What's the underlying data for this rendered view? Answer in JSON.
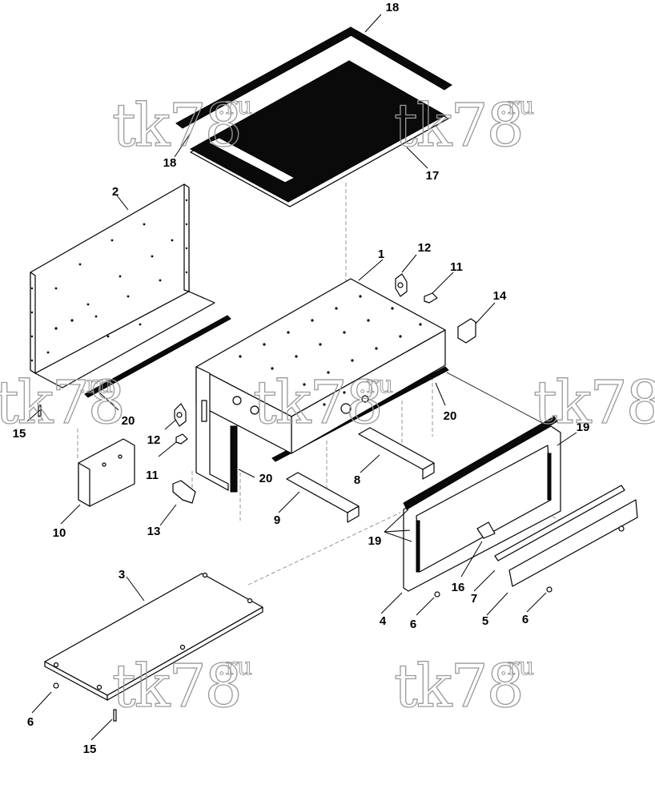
{
  "watermarks": [
    {
      "main": "tk78",
      "sup": ".ru"
    },
    {
      "main": "tk78",
      "sup": ".ru"
    },
    {
      "main": "tk78",
      "sup": ".ru"
    },
    {
      "main": "tk78",
      "sup": ".ru"
    },
    {
      "main": "tk78",
      "sup": ".ru"
    },
    {
      "main": "tk78",
      "sup": ".ru"
    },
    {
      "main": "tk78",
      "sup": ".ru"
    }
  ],
  "callouts": [
    {
      "id": "18a",
      "text": "18"
    },
    {
      "id": "18b",
      "text": "18"
    },
    {
      "id": "17",
      "text": "17"
    },
    {
      "id": "2",
      "text": "2"
    },
    {
      "id": "1",
      "text": "1"
    },
    {
      "id": "12a",
      "text": "12"
    },
    {
      "id": "11a",
      "text": "11"
    },
    {
      "id": "14",
      "text": "14"
    },
    {
      "id": "15a",
      "text": "15"
    },
    {
      "id": "20a",
      "text": "20"
    },
    {
      "id": "12b",
      "text": "12"
    },
    {
      "id": "11b",
      "text": "11"
    },
    {
      "id": "20b",
      "text": "20"
    },
    {
      "id": "20c",
      "text": "20"
    },
    {
      "id": "19a",
      "text": "19"
    },
    {
      "id": "8",
      "text": "8"
    },
    {
      "id": "9",
      "text": "9"
    },
    {
      "id": "10",
      "text": "10"
    },
    {
      "id": "13",
      "text": "13"
    },
    {
      "id": "19b",
      "text": "19"
    },
    {
      "id": "16",
      "text": "16"
    },
    {
      "id": "7",
      "text": "7"
    },
    {
      "id": "3",
      "text": "3"
    },
    {
      "id": "4",
      "text": "4"
    },
    {
      "id": "6a",
      "text": "6"
    },
    {
      "id": "5",
      "text": "5"
    },
    {
      "id": "6b",
      "text": "6"
    },
    {
      "id": "6c",
      "text": "6"
    },
    {
      "id": "15b",
      "text": "15"
    }
  ]
}
